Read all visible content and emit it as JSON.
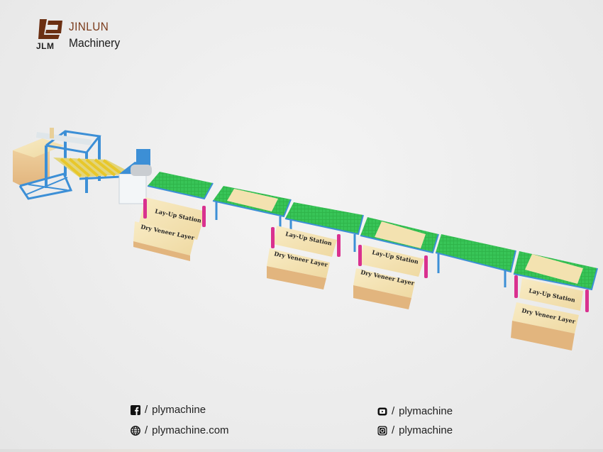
{
  "brand": {
    "name": "JINLUN",
    "subtitle": "Machinery",
    "mark_text": "JLM",
    "colors": {
      "name": "#7a3a1a",
      "mark": "#6b2f12",
      "subtitle": "#1a1a1a"
    }
  },
  "scene": {
    "description": "3D rendering of plywood veneer lay-up production line",
    "colors": {
      "conveyor_belt": "#2fb54a",
      "frame": "#3c8fd6",
      "veneer": "#f3e2b0",
      "wood_block": "#e8c592",
      "roller": "#e8c72a",
      "worker": "#d9318f"
    },
    "stations": [
      {
        "top_label": "Lay-Up Station",
        "bottom_label": "Dry Veneer Layer"
      },
      {
        "top_label": "Lay-Up Station",
        "bottom_label": "Dry Veneer Layer"
      },
      {
        "top_label": "Lay-Up Station",
        "bottom_label": "Dry Veneer Layer"
      },
      {
        "top_label": "Lay-Up Station",
        "bottom_label": "Dry Veneer Layer"
      }
    ]
  },
  "social": [
    {
      "icon": "facebook-icon",
      "separator": "/",
      "handle": "plymachine"
    },
    {
      "icon": "globe-icon",
      "separator": "/",
      "handle": "plymachine.com"
    },
    {
      "icon": "youtube-icon",
      "separator": "/",
      "handle": "plymachine"
    },
    {
      "icon": "instagram-icon",
      "separator": "/",
      "handle": "plymachine"
    }
  ]
}
